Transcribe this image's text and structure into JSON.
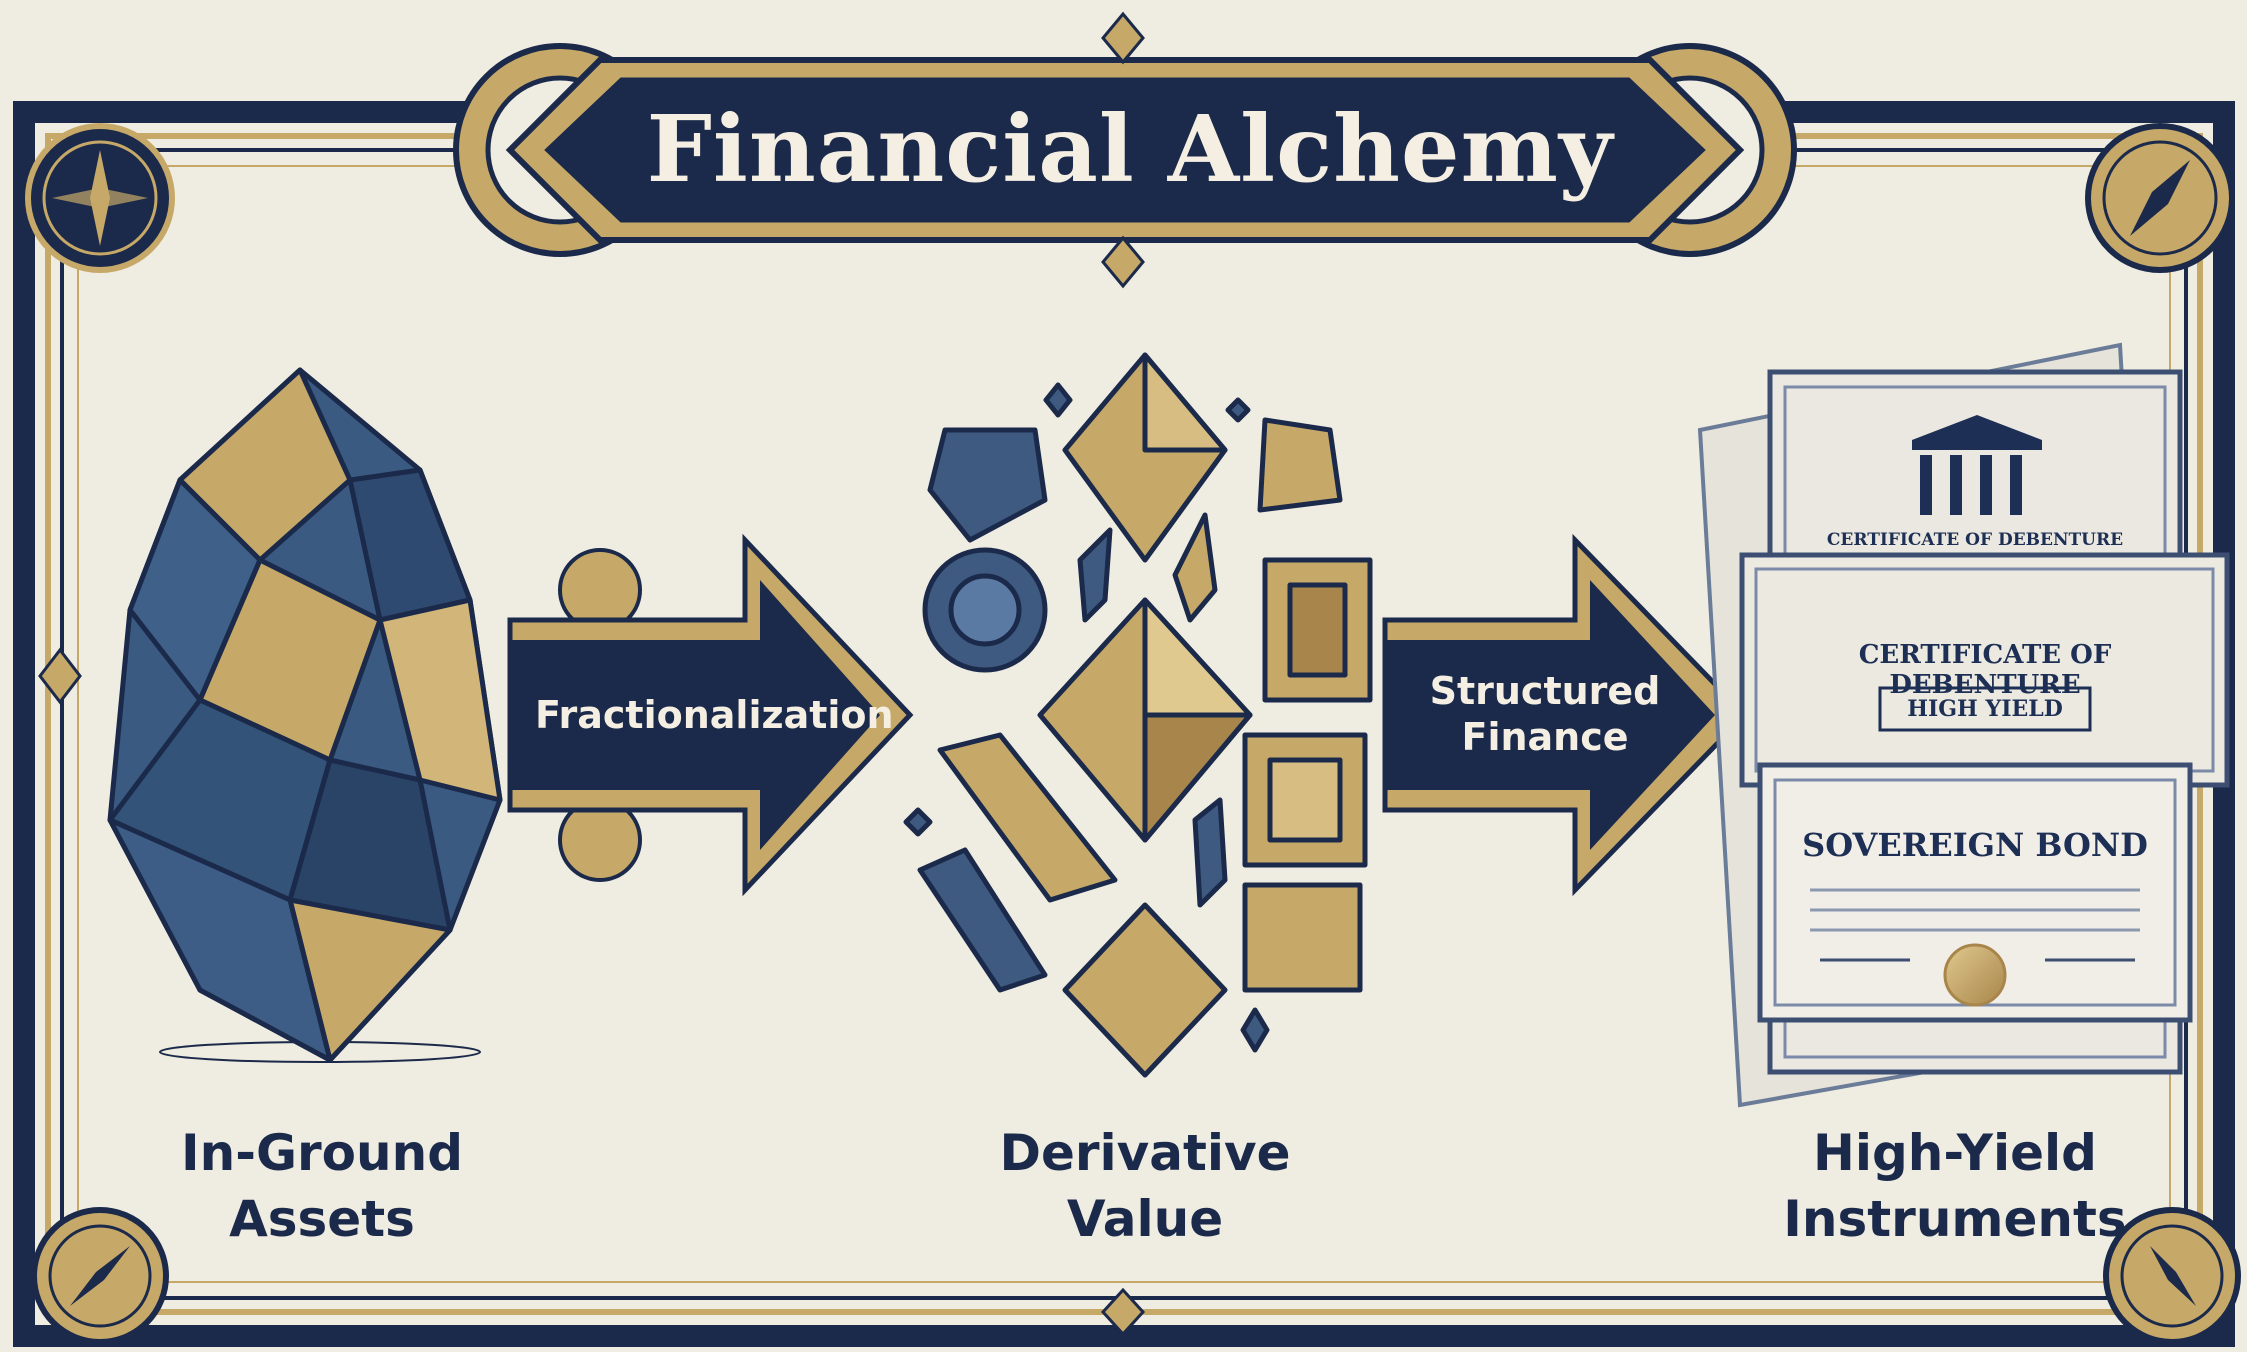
{
  "title": "Financial Alchemy",
  "stages": [
    {
      "line1": "In-Ground",
      "line2": "Assets"
    },
    {
      "line1": "Derivative",
      "line2": "Value"
    },
    {
      "line1": "High-Yield",
      "line2": "Instruments"
    }
  ],
  "arrows": [
    {
      "label": "Fractionalization"
    },
    {
      "line1": "Structured",
      "line2": "Finance"
    }
  ],
  "certificates": {
    "back_title": "CERTIFICATE OF DEBENTURE",
    "middle_title": "CERTIFICATE OF DEBENTURE",
    "middle_badge": "HIGH YIELD",
    "front_title": "SOVEREIGN BOND"
  },
  "colors": {
    "navy": "#1b2a4a",
    "gold": "#c6a868",
    "paper": "#efece1",
    "steel_blue": "#3e5a80"
  }
}
